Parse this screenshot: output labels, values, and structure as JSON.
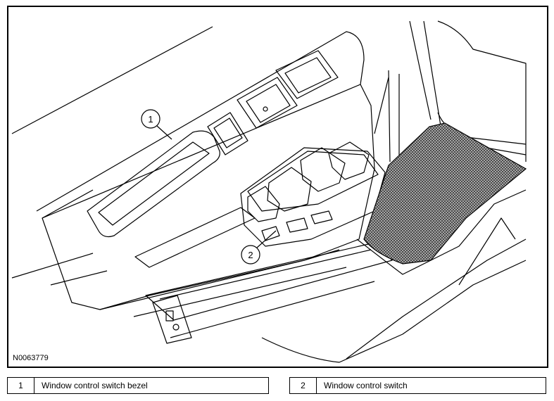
{
  "figure": {
    "id": "N0063779",
    "callouts": [
      "1",
      "2"
    ]
  },
  "legend": [
    {
      "number": "1",
      "label": "Window control switch bezel"
    },
    {
      "number": "2",
      "label": "Window control switch"
    }
  ],
  "colors": {
    "line": "#000000",
    "background": "#ffffff",
    "mat": "#555555"
  }
}
